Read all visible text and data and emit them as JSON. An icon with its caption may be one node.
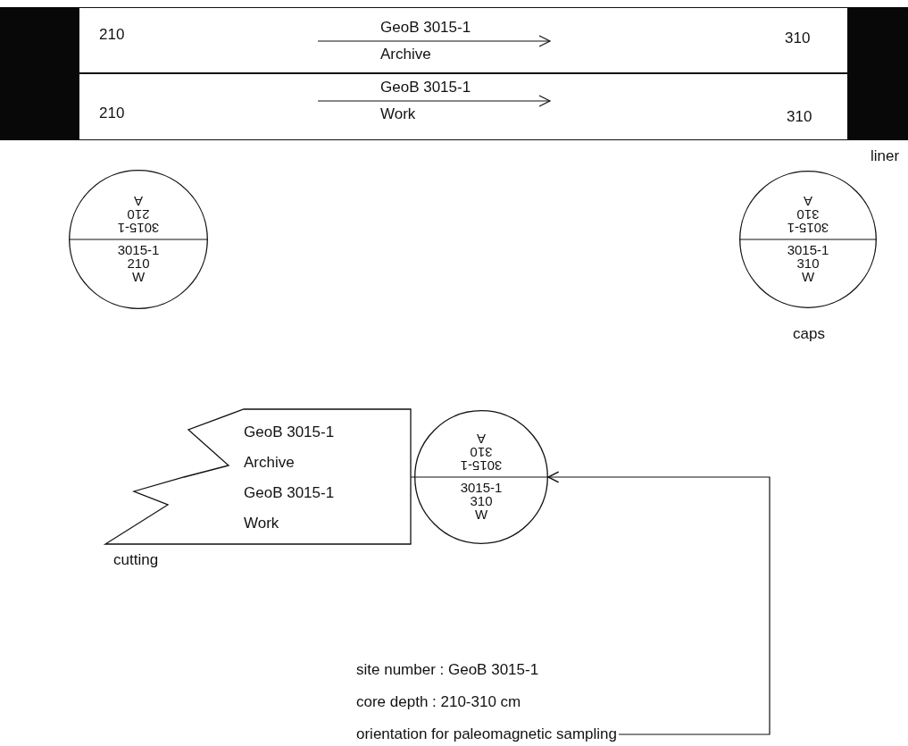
{
  "diagram": {
    "nodes": [
      {
        "text": [],
        "shape": "box"
      },
      {
        "text": [
          "210",
          "GeoB 3015-1 Archive",
          "310"
        ]
      },
      {
        "text": [
          "210",
          "GeoB 3015-1 Work",
          "310"
        ]
      },
      {
        "text": [],
        "shape": "box"
      },
      {
        "text": [
          "3015-1 210 A",
          "3015-1 210 W"
        ]
      },
      {
        "text": [
          "3015-1 310 A",
          "3015-1 310 W"
        ],
        "beside": [
          "caps"
        ]
      },
      {
        "text": [
          "GeoB 3015-1 Archive",
          "GeoB 3015-1 Work"
        ],
        "beside": [
          "cutting"
        ]
      },
      {
        "text": [
          "3015-1 310 A",
          "3015-1 310 W"
        ]
      },
      {
        "text": [
          "site number : GeoB 3015-1",
          "core depth : 210-310 cm",
          "orientation for paleomagnetic sampling"
        ]
      }
    ],
    "edges": [
      {
        "from": 8,
        "to": 7,
        "arrow": "to"
      }
    ],
    "labels": [
      "liner"
    ]
  }
}
